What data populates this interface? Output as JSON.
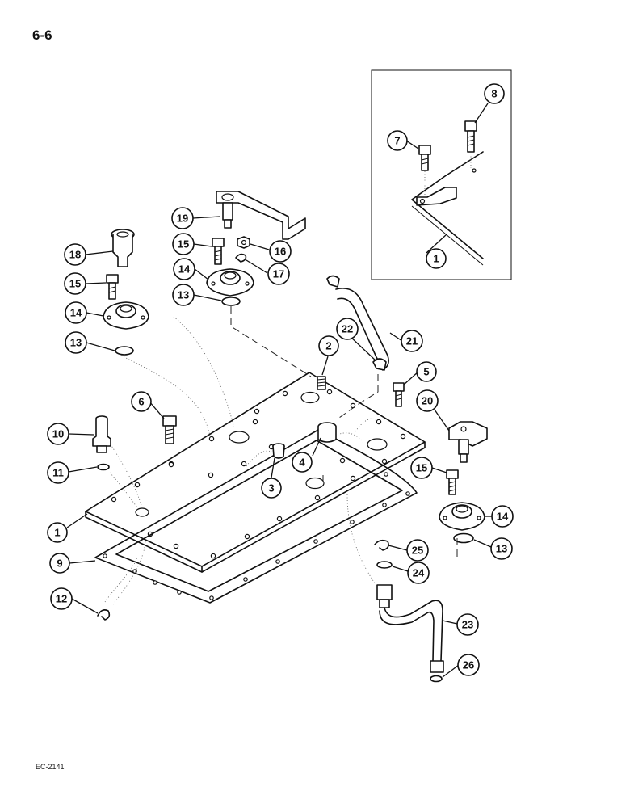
{
  "page": {
    "number": "6-6",
    "code": "EC-2141"
  },
  "callouts": [
    {
      "key": "c8",
      "label": "8"
    },
    {
      "key": "c7",
      "label": "7"
    },
    {
      "key": "c1a",
      "label": "1"
    },
    {
      "key": "c19",
      "label": "19"
    },
    {
      "key": "c15a",
      "label": "15"
    },
    {
      "key": "c16",
      "label": "16"
    },
    {
      "key": "c14a",
      "label": "14"
    },
    {
      "key": "c17",
      "label": "17"
    },
    {
      "key": "c13a",
      "label": "13"
    },
    {
      "key": "c18",
      "label": "18"
    },
    {
      "key": "c15b",
      "label": "15"
    },
    {
      "key": "c14b",
      "label": "14"
    },
    {
      "key": "c13b",
      "label": "13"
    },
    {
      "key": "c22",
      "label": "22"
    },
    {
      "key": "c21",
      "label": "21"
    },
    {
      "key": "c2",
      "label": "2"
    },
    {
      "key": "c5",
      "label": "5"
    },
    {
      "key": "c6",
      "label": "6"
    },
    {
      "key": "c20",
      "label": "20"
    },
    {
      "key": "c10",
      "label": "10"
    },
    {
      "key": "c4",
      "label": "4"
    },
    {
      "key": "c11",
      "label": "11"
    },
    {
      "key": "c3",
      "label": "3"
    },
    {
      "key": "c15c",
      "label": "15"
    },
    {
      "key": "c14c",
      "label": "14"
    },
    {
      "key": "c1b",
      "label": "1"
    },
    {
      "key": "c13c",
      "label": "13"
    },
    {
      "key": "c25",
      "label": "25"
    },
    {
      "key": "c9",
      "label": "9"
    },
    {
      "key": "c24",
      "label": "24"
    },
    {
      "key": "c12",
      "label": "12"
    },
    {
      "key": "c23",
      "label": "23"
    },
    {
      "key": "c26",
      "label": "26"
    }
  ]
}
